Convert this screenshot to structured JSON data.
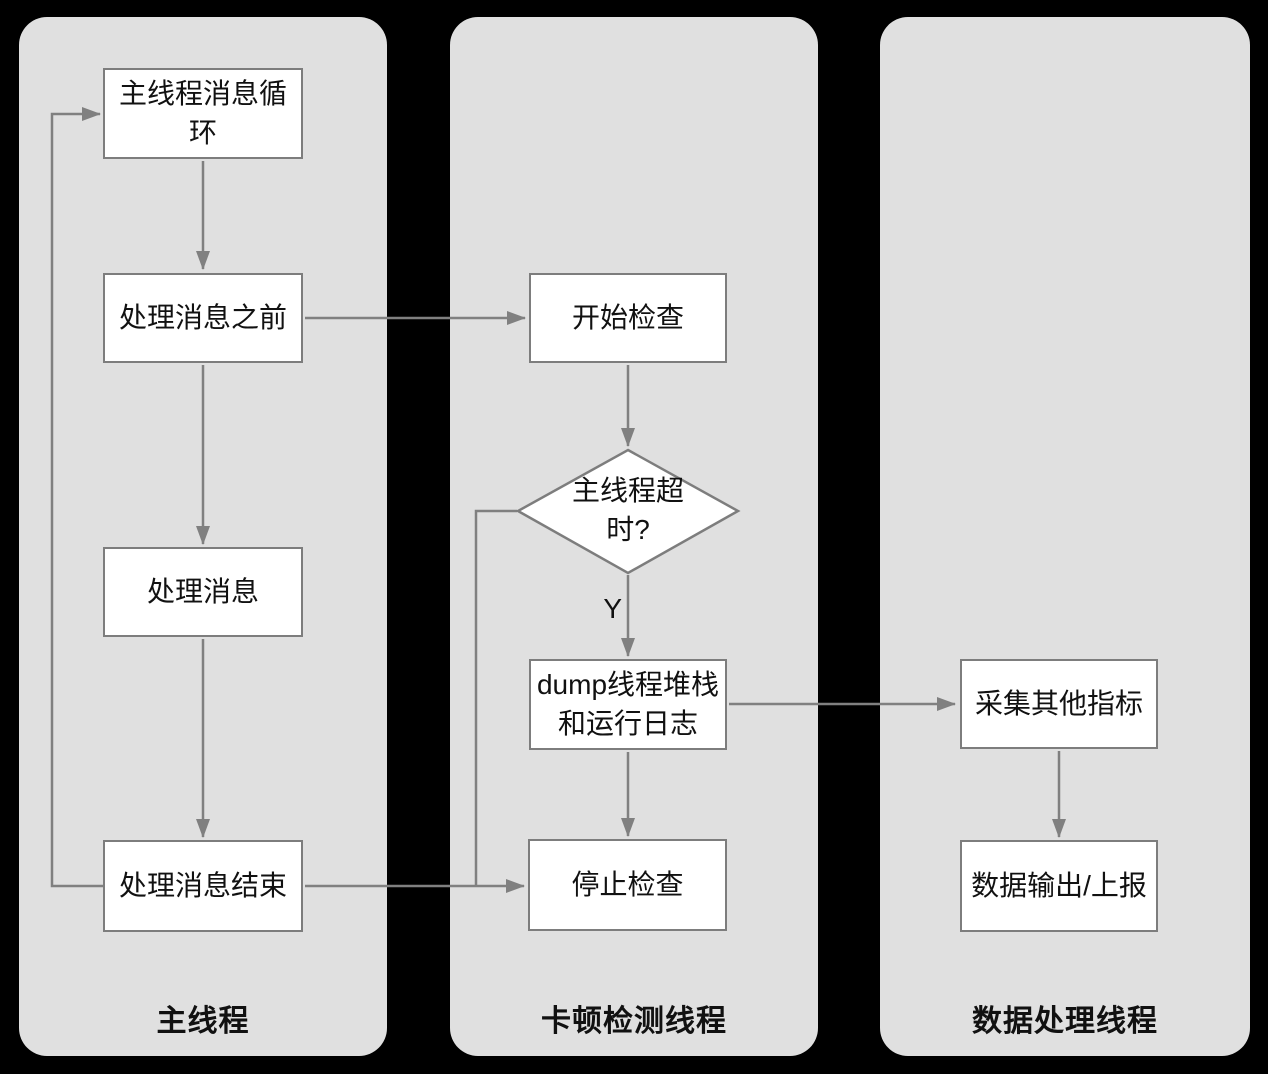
{
  "diagram": {
    "type": "swimlane-flowchart",
    "colors": {
      "canvas_bg": "#000000",
      "lane_bg": "#e0e0e0",
      "node_fill": "#ffffff",
      "node_border": "#7d7d7d",
      "arrow": "#808080",
      "node_text": "#111111",
      "lane_label_text": "#111111"
    },
    "lanes": [
      {
        "label": "主线程"
      },
      {
        "label": "卡顿检测线程"
      },
      {
        "label": "数据处理线程"
      }
    ],
    "nodes": {
      "msg_loop": {
        "label": "主线程消息循\n环",
        "shape": "rect",
        "lane": "主线程"
      },
      "before_msg": {
        "label": "处理消息之前",
        "shape": "rect",
        "lane": "主线程"
      },
      "handle_msg": {
        "label": "处理消息",
        "shape": "rect",
        "lane": "主线程"
      },
      "end_msg": {
        "label": "处理消息结束",
        "shape": "rect",
        "lane": "主线程"
      },
      "start_check": {
        "label": "开始检查",
        "shape": "rect",
        "lane": "卡顿检测线程"
      },
      "timeout_decision": {
        "label": "主线程超\n时?",
        "shape": "diamond",
        "lane": "卡顿检测线程"
      },
      "dump_stack": {
        "label": "dump线程堆栈\n和运行日志",
        "shape": "rect",
        "lane": "卡顿检测线程"
      },
      "stop_check": {
        "label": "停止检查",
        "shape": "rect",
        "lane": "卡顿检测线程"
      },
      "collect_metrics": {
        "label": "采集其他指标",
        "shape": "rect",
        "lane": "数据处理线程"
      },
      "data_output": {
        "label": "数据输出/上报",
        "shape": "rect",
        "lane": "数据处理线程"
      }
    },
    "edge_labels": {
      "yes": "Y"
    },
    "edges": [
      "主线程消息循环 -> 处理消息之前",
      "处理消息之前 -> 开始检查",
      "处理消息之前 -> 处理消息",
      "处理消息 -> 处理消息结束",
      "处理消息结束 -> 主线程消息循环",
      "处理消息结束 -> 停止检查",
      "开始检查 -> 主线程超时?",
      "主线程超时? -Y-> dump线程堆栈和运行日志",
      "主线程超时? -> 停止检查",
      "dump线程堆栈和运行日志 -> 采集其他指标",
      "dump线程堆栈和运行日志 -> 停止检查",
      "采集其他指标 -> 数据输出/上报"
    ]
  }
}
